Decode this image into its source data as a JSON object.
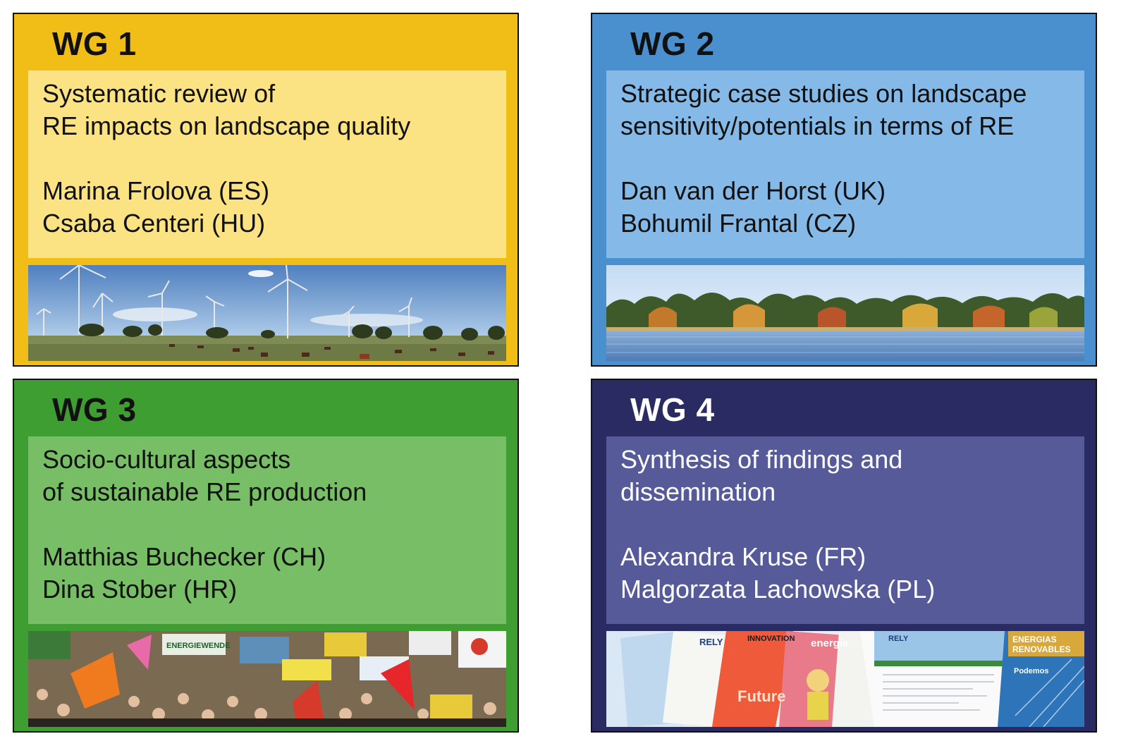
{
  "groups": [
    {
      "title": "WG 1",
      "lines": [
        "Systematic review of",
        "RE impacts on landscape quality"
      ],
      "leaders": [
        "Marina Frolova (ES)",
        "Csaba Centeri (HU)"
      ],
      "frame_color": "#F0BE16",
      "panel_color": "#FBE283",
      "title_color": "#111111",
      "text_color": "#111111",
      "photo": "wind-farm-pasture-photo"
    },
    {
      "title": "WG 2",
      "lines": [
        "Strategic case studies on landscape",
        "sensitivity/potentials in terms of RE"
      ],
      "leaders": [
        "Dan van der Horst (UK)",
        "Bohumil Frantal (CZ)"
      ],
      "frame_color": "#4A90CF",
      "panel_color": "#85BAE8",
      "title_color": "#111111",
      "text_color": "#111111",
      "photo": "solar-field-forest-photo"
    },
    {
      "title": "WG 3",
      "lines": [
        "Socio-cultural aspects",
        "of sustainable RE production"
      ],
      "leaders": [
        "Matthias Buchecker (CH)",
        "Dina Stober (HR)"
      ],
      "frame_color": "#3E9E31",
      "panel_color": "#77BE66",
      "title_color": "#111111",
      "text_color": "#111111",
      "photo": "energy-protest-crowd-photo"
    },
    {
      "title": "WG 4",
      "lines": [
        "Synthesis of findings and",
        "dissemination"
      ],
      "leaders": [
        "Alexandra Kruse (FR)",
        "Malgorzata Lachowska (PL)"
      ],
      "frame_color": "#292B62",
      "panel_color": "#565A99",
      "title_color": "#FFFFFF",
      "text_color": "#FFFFFF",
      "photo": "publications-collage-photo"
    }
  ],
  "collage_text": {
    "brand": "RELY",
    "innovation": "INNOVATION",
    "energie": "energie",
    "renewable_future": "Future",
    "energias": "ENERGIAS",
    "renovables": "RENOVABLES",
    "podemos": "Podemos"
  }
}
